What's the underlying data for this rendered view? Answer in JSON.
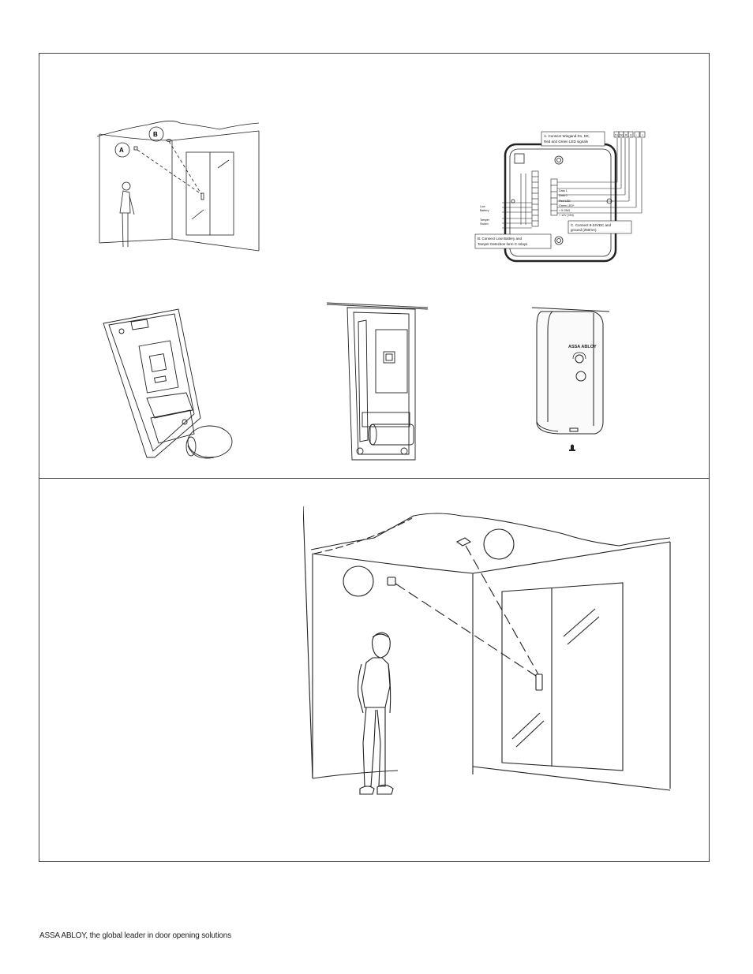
{
  "small_scene": {
    "label_a": "A",
    "label_b": "B"
  },
  "wiring": {
    "callout_a": [
      "A. Connect Wiegand D1, D0,",
      "Red and Green LED signals"
    ],
    "callout_b": [
      "B. Connect Low Battery and",
      "Tamper Detection form C relays"
    ],
    "callout_c": [
      "C. Connect 8-24VDC and",
      "ground (250mA)"
    ],
    "terminal_labels": [
      "Data 1",
      "Data 0",
      "Red LED",
      "Green LED*",
      "+ 5 GND",
      "+ 12V (VIN)"
    ],
    "left_labels": [
      "Low",
      "Battery",
      "Tamper",
      "Switch"
    ],
    "top_tags": [
      "D1",
      "D0",
      "R",
      "G",
      "-",
      "+"
    ]
  },
  "reader": {
    "brand": "ASSA ABLOY"
  },
  "footer": {
    "text": "ASSA ABLOY, the global leader in door opening solutions"
  }
}
